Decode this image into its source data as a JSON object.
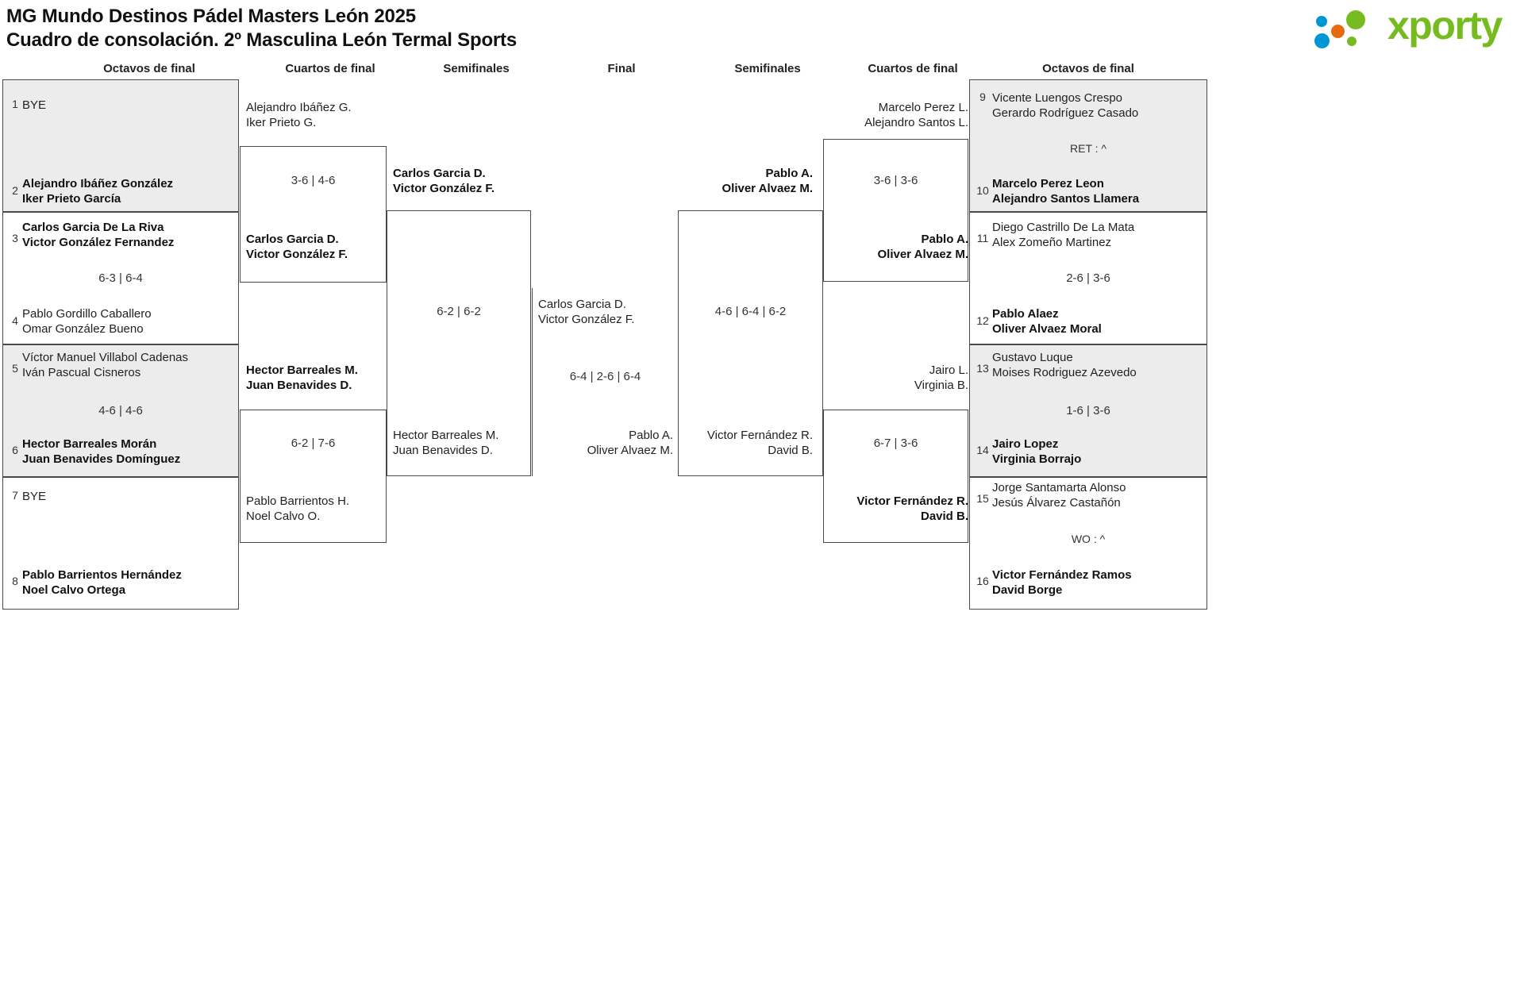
{
  "header": {
    "title_line1": "MG Mundo Destinos Pádel Masters León 2025",
    "title_line2": "Cuadro de consolación. 2º Masculina León Termal Sports",
    "logo_text": "xporty",
    "logo_colors": {
      "green": "#76bc21",
      "blue": "#0096d6",
      "orange": "#e8690b"
    }
  },
  "round_headers": {
    "left_r16": "Octavos de final",
    "left_qf": "Cuartos de final",
    "left_sf": "Semifinales",
    "final": "Final",
    "right_sf": "Semifinales",
    "right_qf": "Cuartos de final",
    "right_r16": "Octavos de final"
  },
  "left_r16": [
    {
      "seed": "1",
      "line1": "BYE",
      "line2": "",
      "winner": false,
      "shaded": true
    },
    {
      "seed": "2",
      "line1": "Alejandro Ibáñez González",
      "line2": "Iker Prieto García",
      "winner": true,
      "shaded": true
    },
    {
      "seed": "3",
      "line1": "Carlos Garcia De La Riva",
      "line2": "Victor González Fernandez",
      "winner": true,
      "shaded": false
    },
    {
      "seed": "4",
      "line1": "Pablo Gordillo Caballero",
      "line2": "Omar González Bueno",
      "winner": false,
      "shaded": false
    },
    {
      "seed": "5",
      "line1": "Víctor Manuel Villabol Cadenas",
      "line2": "Iván Pascual Cisneros",
      "winner": false,
      "shaded": true
    },
    {
      "seed": "6",
      "line1": "Hector Barreales Morán",
      "line2": "Juan Benavides Domínguez",
      "winner": true,
      "shaded": true
    },
    {
      "seed": "7",
      "line1": "BYE",
      "line2": "",
      "winner": false,
      "shaded": false
    },
    {
      "seed": "8",
      "line1": "Pablo Barrientos Hernández",
      "line2": "Noel Calvo Ortega",
      "winner": true,
      "shaded": false
    }
  ],
  "left_r16_scores": [
    "",
    "6-3 | 6-4",
    "4-6 | 4-6",
    ""
  ],
  "left_qf": [
    {
      "line1": "Alejandro Ibáñez G.",
      "line2": "Iker Prieto G.",
      "winner": false
    },
    {
      "line1": "Carlos Garcia D.",
      "line2": "Victor González F.",
      "winner": true
    },
    {
      "line1": "Hector Barreales M.",
      "line2": "Juan Benavides D.",
      "winner": true
    },
    {
      "line1": "Pablo Barrientos H.",
      "line2": "Noel Calvo O.",
      "winner": false
    }
  ],
  "left_qf_scores": [
    "3-6 | 4-6",
    "6-2 | 7-6"
  ],
  "left_sf": [
    {
      "line1": "Carlos Garcia D.",
      "line2": "Victor González F.",
      "winner": true
    },
    {
      "line1": "Hector Barreales M.",
      "line2": "Juan Benavides D.",
      "winner": false
    }
  ],
  "left_sf_score": "6-2 | 6-2",
  "final": {
    "left_line1": "Carlos Garcia D.",
    "left_line2": "Victor González F.",
    "right_line1": "Pablo A.",
    "right_line2": "Oliver Alvaez M.",
    "score": "6-4 | 2-6 | 6-4"
  },
  "right_sf": [
    {
      "line1": "Pablo A.",
      "line2": "Oliver Alvaez M.",
      "winner": true
    },
    {
      "line1": "Victor Fernández R.",
      "line2": "David B.",
      "winner": false
    }
  ],
  "right_sf_score": "4-6 | 6-4 | 6-2",
  "right_qf": [
    {
      "line1": "Marcelo Perez L.",
      "line2": "Alejandro Santos L.",
      "winner": false
    },
    {
      "line1": "Pablo A.",
      "line2": "Oliver Alvaez M.",
      "winner": true
    },
    {
      "line1": "Jairo L.",
      "line2": "Virginia B.",
      "winner": false
    },
    {
      "line1": "Victor Fernández R.",
      "line2": "David B.",
      "winner": true
    }
  ],
  "right_qf_scores": [
    "3-6 | 3-6",
    "6-7 | 3-6"
  ],
  "right_r16": [
    {
      "seed": "9",
      "line1": "Vicente Luengos Crespo",
      "line2": "Gerardo Rodríguez Casado",
      "winner": false,
      "shaded": true
    },
    {
      "seed": "10",
      "line1": "Marcelo Perez Leon",
      "line2": "Alejandro Santos Llamera",
      "winner": true,
      "shaded": true
    },
    {
      "seed": "11",
      "line1": "Diego Castrillo De La Mata",
      "line2": "Alex Zomeño Martinez",
      "winner": false,
      "shaded": false
    },
    {
      "seed": "12",
      "line1": "Pablo Alaez",
      "line2": "Oliver Alvaez Moral",
      "winner": true,
      "shaded": false
    },
    {
      "seed": "13",
      "line1": "Gustavo Luque",
      "line2": "Moises Rodriguez Azevedo",
      "winner": false,
      "shaded": true
    },
    {
      "seed": "14",
      "line1": "Jairo Lopez",
      "line2": "Virginia Borrajo",
      "winner": true,
      "shaded": true
    },
    {
      "seed": "15",
      "line1": "Jorge Santamarta Alonso",
      "line2": "Jesús Álvarez Castañón",
      "winner": false,
      "shaded": false
    },
    {
      "seed": "16",
      "line1": "Victor Fernández Ramos",
      "line2": "David Borge",
      "winner": true,
      "shaded": false
    }
  ],
  "right_r16_scores": [
    "RET : ^",
    "2-6 | 3-6",
    "1-6 | 3-6",
    "WO : ^"
  ]
}
